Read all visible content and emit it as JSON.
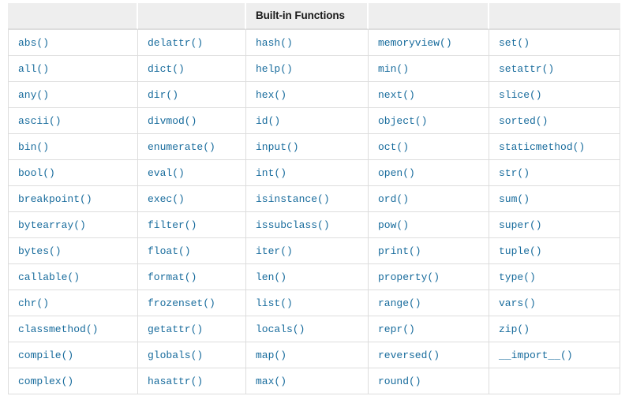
{
  "table": {
    "title": "Built-in Functions",
    "title_column_index": 2,
    "accent_text_color": "#176b9c",
    "header_bg_color": "#eeeeee",
    "border_color": "#dddddd",
    "header_text_color": "#1a1a1a",
    "column_count": 5,
    "row_count": 14,
    "headers": [
      "",
      "",
      "Built-in Functions",
      "",
      ""
    ],
    "rows": [
      [
        "abs()",
        "delattr()",
        "hash()",
        "memoryview()",
        "set()"
      ],
      [
        "all()",
        "dict()",
        "help()",
        "min()",
        "setattr()"
      ],
      [
        "any()",
        "dir()",
        "hex()",
        "next()",
        "slice()"
      ],
      [
        "ascii()",
        "divmod()",
        "id()",
        "object()",
        "sorted()"
      ],
      [
        "bin()",
        "enumerate()",
        "input()",
        "oct()",
        "staticmethod()"
      ],
      [
        "bool()",
        "eval()",
        "int()",
        "open()",
        "str()"
      ],
      [
        "breakpoint()",
        "exec()",
        "isinstance()",
        "ord()",
        "sum()"
      ],
      [
        "bytearray()",
        "filter()",
        "issubclass()",
        "pow()",
        "super()"
      ],
      [
        "bytes()",
        "float()",
        "iter()",
        "print()",
        "tuple()"
      ],
      [
        "callable()",
        "format()",
        "len()",
        "property()",
        "type()"
      ],
      [
        "chr()",
        "frozenset()",
        "list()",
        "range()",
        "vars()"
      ],
      [
        "classmethod()",
        "getattr()",
        "locals()",
        "repr()",
        "zip()"
      ],
      [
        "compile()",
        "globals()",
        "map()",
        "reversed()",
        "__import__()"
      ],
      [
        "complex()",
        "hasattr()",
        "max()",
        "round()",
        ""
      ]
    ]
  }
}
